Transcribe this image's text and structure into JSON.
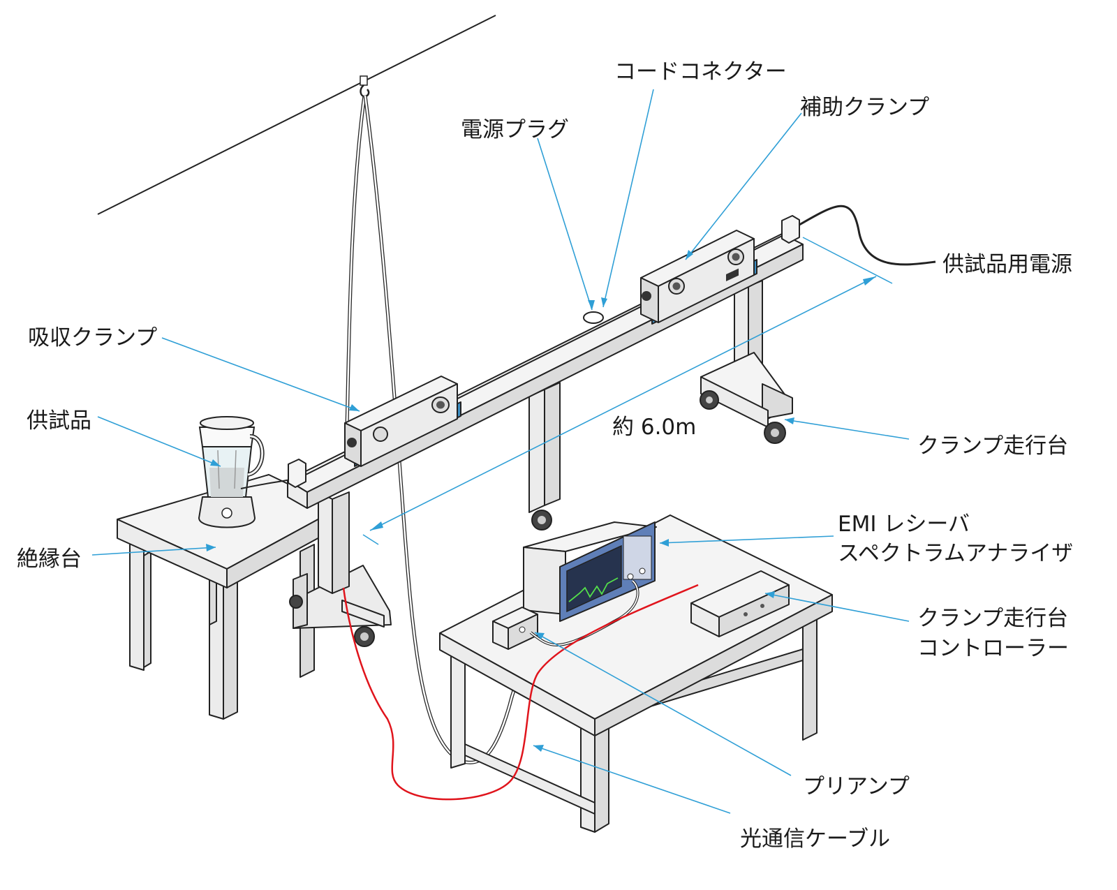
{
  "labels": {
    "power_plug": "電源プラグ",
    "cord_connector": "コードコネクター",
    "aux_clamp": "補助クランプ",
    "eut_power": "供試品用電源",
    "absorbing_clamp": "吸収クランプ",
    "eut": "供試品",
    "insulating_table": "絶縁台",
    "distance": "約 6.0m",
    "clamp_carriage": "クランプ走行台",
    "emi_receiver_line1": "EMI レシーバ",
    "emi_receiver_line2": "スペクトラムアナライザ",
    "carriage_controller_line1": "クランプ走行台",
    "carriage_controller_line2": "コントローラー",
    "preamp": "プリアンプ",
    "fiber_cable": "光通信ケーブル"
  },
  "colors": {
    "leader_line": "#2f9fd6",
    "clamp_base": "#3d8fc4",
    "fiber_cable": "#e0141c",
    "outline": "#222222"
  }
}
